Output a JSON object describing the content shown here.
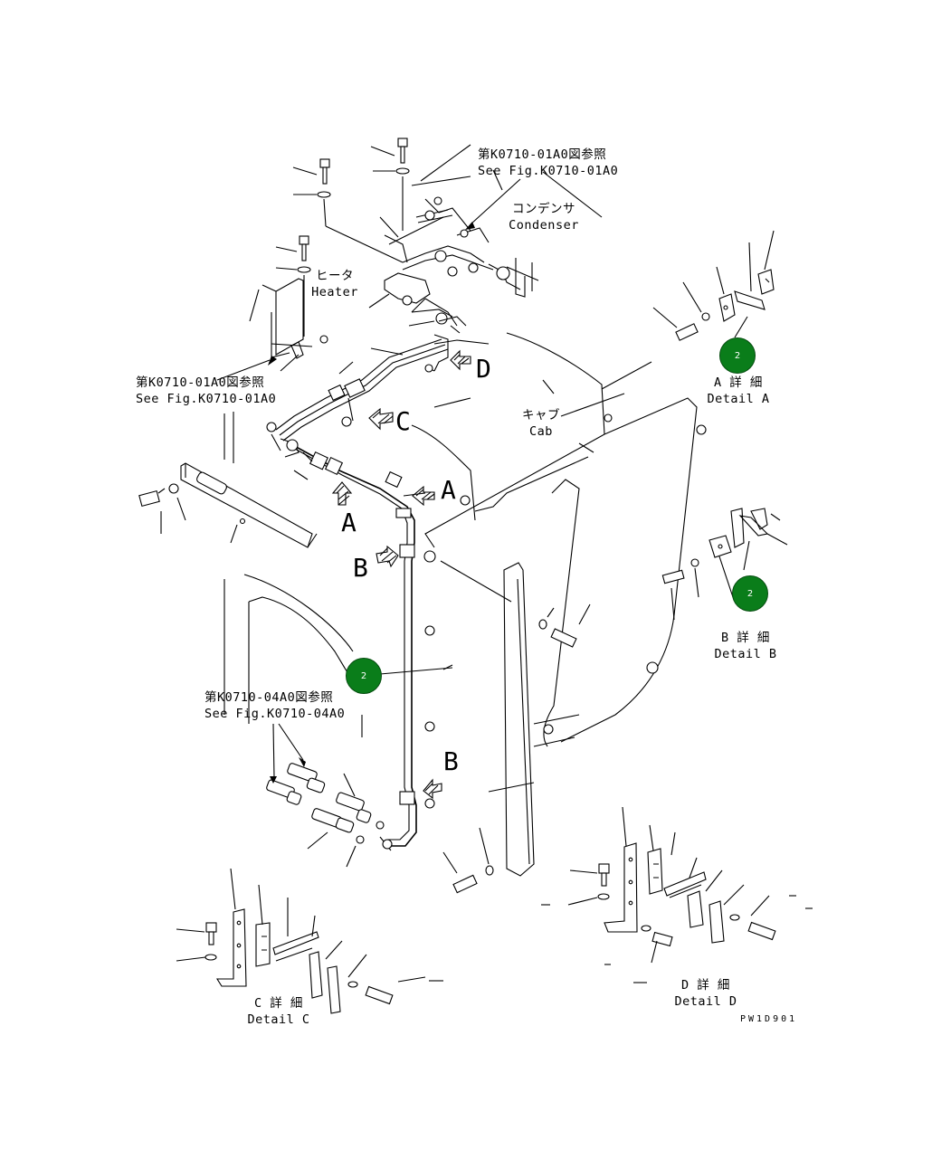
{
  "labels": {
    "see_fig_top_jp": "第K0710-01A0図参照",
    "see_fig_top_en": "See Fig.K0710-01A0",
    "condenser_jp": "コンデンサ",
    "condenser_en": "Condenser",
    "heater_jp": "ヒータ",
    "heater_en": "Heater",
    "see_fig_left_jp": "第K0710-01A0図参照",
    "see_fig_left_en": "See Fig.K0710-01A0",
    "cab_jp": "キャブ",
    "cab_en": "Cab",
    "see_fig_bottom_jp": "第K0710-04A0図参照",
    "see_fig_bottom_en": "See Fig.K0710-04A0",
    "detail_a_jp": "A 詳 細",
    "detail_a_en": "Detail A",
    "detail_b_jp": "B 詳 細",
    "detail_b_en": "Detail B",
    "detail_c_jp": "C 詳 細",
    "detail_c_en": "Detail C",
    "detail_d_jp": "D 詳 細",
    "detail_d_en": "Detail D",
    "view_a": "A",
    "view_b": "B",
    "view_c": "C",
    "view_d": "D",
    "drawing_code": "PW1D901"
  },
  "callouts": [
    {
      "number": "2",
      "target": "Detail A"
    },
    {
      "number": "2",
      "target": "Detail B"
    },
    {
      "number": "2",
      "target": "Pipe assembly"
    }
  ],
  "colors": {
    "callout_fill": "#0a7d1a",
    "line": "#000000",
    "background": "#ffffff"
  }
}
